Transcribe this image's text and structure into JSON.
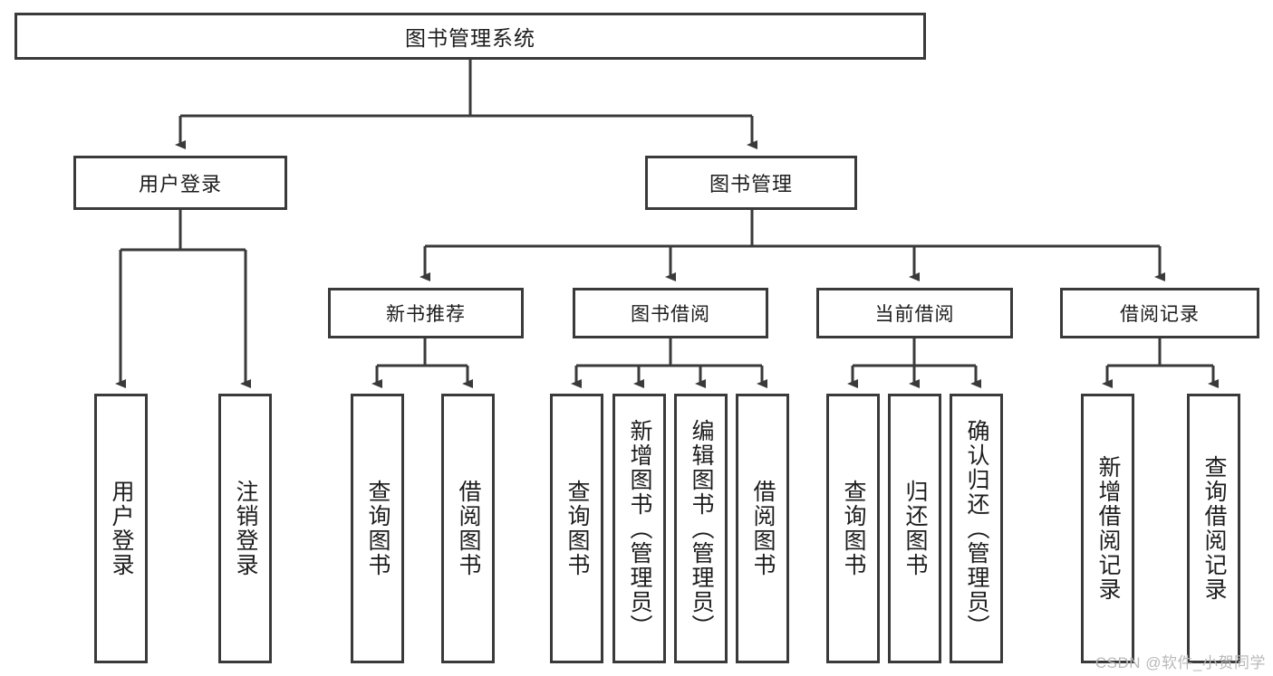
{
  "diagram": {
    "type": "tree",
    "title": "图书管理系统",
    "orientation": "top-down",
    "colors": {
      "stroke": "#3a3a3a",
      "fill": "#ffffff",
      "text": "#1d1d1d",
      "watermark": "#b9b9b9"
    }
  },
  "root": {
    "label": "图书管理系统"
  },
  "level1": [
    {
      "label": "用户登录"
    },
    {
      "label": "图书管理"
    }
  ],
  "level2": [
    {
      "label": "新书推荐"
    },
    {
      "label": "图书借阅"
    },
    {
      "label": "当前借阅"
    },
    {
      "label": "借阅记录"
    }
  ],
  "leaves": {
    "user_login": [
      {
        "label": "用户登录"
      },
      {
        "label": "注销登录"
      }
    ],
    "new_book": [
      {
        "label": "查询图书"
      },
      {
        "label": "借阅图书"
      }
    ],
    "borrow": [
      {
        "label": "查询图书"
      },
      {
        "label": "新增图书（管理员）"
      },
      {
        "label": "编辑图书（管理员）"
      },
      {
        "label": "借阅图书"
      }
    ],
    "current": [
      {
        "label": "查询图书"
      },
      {
        "label": "归还图书"
      },
      {
        "label": "确认归还（管理员）"
      }
    ],
    "records": [
      {
        "label": "新增借阅记录"
      },
      {
        "label": "查询借阅记录"
      }
    ]
  },
  "watermark": {
    "text": "CSDN @软件_小贺同学"
  }
}
